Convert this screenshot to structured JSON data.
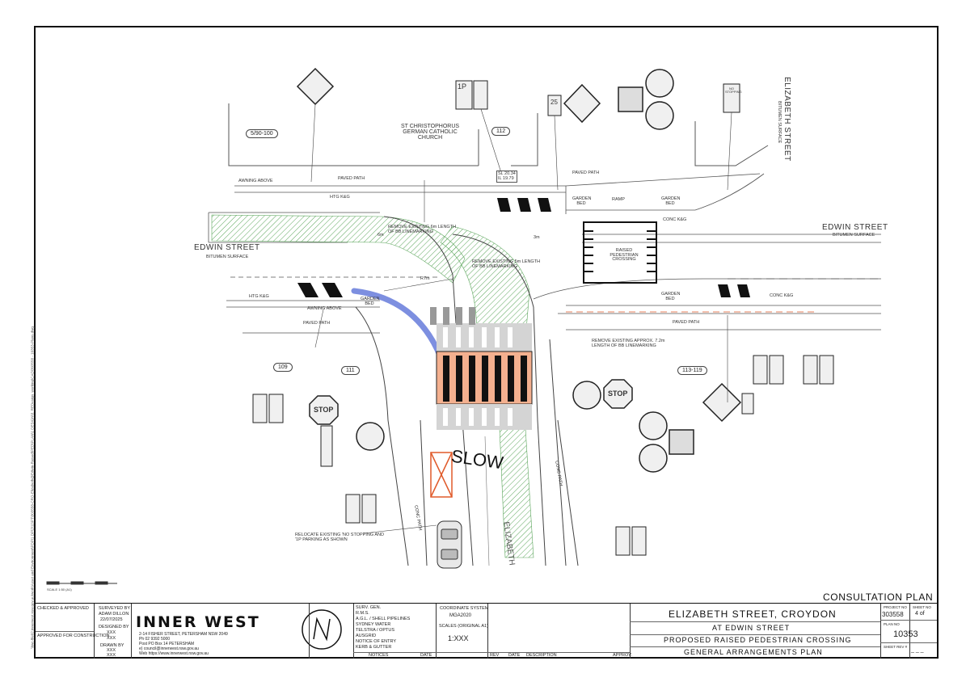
{
  "plan": {
    "labels": {
      "church": "ST CHRISTOPHORUS\nGERMAN CATHOLIC\nCHURCH",
      "elizabeth_street_top": "ELIZABETH STREET",
      "bitumen_surface_top": "BITUMEN SURFACE",
      "edwin_street_right": "EDWIN STREET",
      "bitumen_surface_right": "BITUMEN SURFACE",
      "edwin_street_left": "EDWIN STREET",
      "bitumen_surface_left": "BITUMEN SURFACE",
      "awning_above_1": "AWNING ABOVE",
      "awning_above_2": "AWNING ABOVE",
      "paved_path_1": "PAVED PATH",
      "paved_path_2": "PAVED PATH",
      "paved_path_3": "PAVED PATH",
      "paved_path_4": "PAVED PATH",
      "htg_kg_1": "HTG K&G",
      "htg_kg_2": "HTG K&G",
      "conc_kg_1": "CONC K&G",
      "conc_kg_2": "CONC K&G",
      "garden_bed_1": "GARDEN BED",
      "garden_bed_2": "GARDEN BED",
      "garden_bed_3": "GARDEN BED",
      "garden_bed_4": "GARDEN BED",
      "ramp_1": "RAMP",
      "raised_crossing": "RAISED\nPEDESTRIAN\nCROSSING",
      "dim_3m": "3m",
      "dim_6m": "6m",
      "r7m": "R7m",
      "sl_il": "SL 20.34\nIL 19.79",
      "remove_bb_6m": "REMOVE EXISTING 6m LENGTH\nOF BB LINEMARKING",
      "remove_bb_5m": "REMOVE EXISTING 5m LENGTH\nOF BB LINEMARKING",
      "remove_bb_72m": "REMOVE EXISTING APPROX. 7.2m\nLENGTH OF BB LINEMARKING",
      "relocate": "RELOCATE EXISTING 'NO STOPPING AND\n'1P PARKING AS SHOWN",
      "slow": "SLOW",
      "elizabeth_road": "ELIZABETH",
      "conc_path_1": "CONC PATH",
      "conc_path_2": "CONC PATH",
      "scale_bar": "SCALE 1:50 (A1)"
    },
    "property_numbers": [
      "5/90-100",
      "112",
      "109",
      "111",
      "113-119"
    ],
    "sign_words": {
      "stop_1": "STOP",
      "stop_2": "STOP",
      "no_stopping": "NO\nSTOPPING",
      "one_p": "1P",
      "speed_25": "25"
    }
  },
  "consultation": "CONSULTATION PLAN",
  "title_block": {
    "checked_approved": "CHECKED & APPROVED",
    "approved_construction": "APPROVED FOR CONSTRUCTION",
    "surveyed_by": "SURVEYED BY",
    "surveyor": "ADAM DILLON",
    "survey_date": "22/07/2025",
    "designed_by": "DESIGNED BY",
    "designer_1": "XXX",
    "designer_2": "XXX",
    "drawn_by": "DRAWN BY",
    "drawer_1": "XXX",
    "drawer_2": "XXX",
    "logo": "INNER WEST",
    "address_1": "2-14 FISHER STREET, PETERSHAM NSW 2049",
    "address_2": "Ph     02 9392 5000",
    "address_3": "Post   PO Box 14 PETERSHAM",
    "address_4": "e)     council@innerwest.nsw.gov.au",
    "address_5": "Web    https://www.innerwest.nsw.gov.au",
    "services": [
      "SURV. GEN.",
      "R.M.S.",
      "A.G.L. / SHELL PIPELINES",
      "SYDNEY WATER",
      "TELSTRA / OPTUS",
      "AUSGRID",
      "NOTICE OF ENTRY",
      "KERB & GUTTER"
    ],
    "notices": "NOTICES",
    "date": "DATE",
    "coordinate_label": "COORDINATE SYSTEM",
    "coordinate": "MGA2020",
    "scales_label": "SCALES (ORIGINAL A1)",
    "scale": "1:XXX",
    "rev": "REV",
    "rev_date": "DATE",
    "description": "DESCRIPTION",
    "approv": "APPROV.",
    "title_1": "ELIZABETH STREET, CROYDON",
    "title_2": "AT EDWIN STREET",
    "title_3": "PROPOSED RAISED PEDESTRIAN CROSSING",
    "title_4": "GENERAL ARRANGEMENTS PLAN",
    "project_no_label": "PROJECT NO",
    "project_no": "303558",
    "sheet_no_label": "SHEET NO",
    "sheet_no": "4 of",
    "plan_no_label": "PLAN NO",
    "plan_no": "10353",
    "sheet_rev_label": "SHEET REV #",
    "sheet_rev": "_ _ _"
  },
  "sidebar_path": "\\\\iwc-file02.innerwest.nsw.gov.au\\work\\Asset and Environment\\PDP\\1 DP\\2\\11\\PT\\303558-CRO-Elizabeth@Edwin-Raised\\PED\\PLAN\\1 DESIGN\\3. REDesign_working\\CAD\\303558 - 10353-Plans.dwg",
  "colors": {
    "crossing_orange": "#f4b08f",
    "ramp_grey": "#b8b8b8",
    "kerb_blue": "#7d8fe0",
    "garden_hatch": "#5aa55a",
    "no_stopping_red": "#e05a2a"
  }
}
